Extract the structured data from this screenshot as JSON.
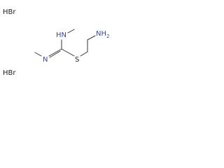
{
  "molecule": {
    "salt_top": "HBr",
    "salt_bottom": "HBr",
    "amine_terminal": "NH",
    "amine_terminal_sub": "2",
    "amidine_nh": "HN",
    "amidine_n": "N",
    "sulfur": "S"
  },
  "colors": {
    "heteroatom_nitrogen": "#3c4a8c",
    "heteroatom_sulfur": "#222222",
    "bond": "#333333",
    "background": "#ffffff"
  }
}
